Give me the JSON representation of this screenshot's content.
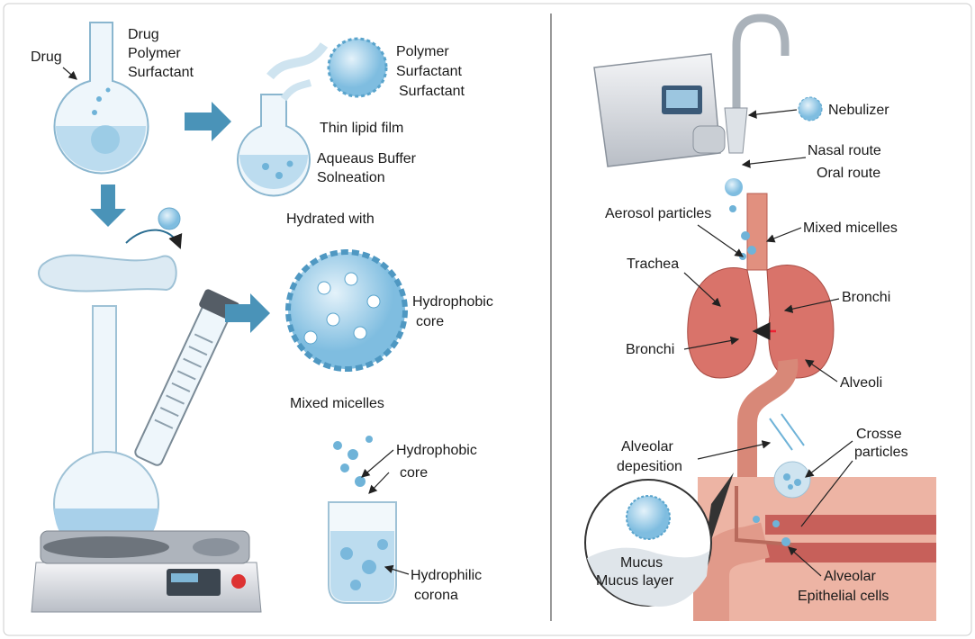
{
  "colors": {
    "liquid": "#bcdcef",
    "particle": "#6fb3d8",
    "arrow": "#4a93b8",
    "tissue": "#e6a08e",
    "lung": "#d9736a",
    "frame": "#cccccc"
  },
  "left": {
    "flask1": {
      "drug_pointer": "Drug",
      "label_drug": "Drug",
      "label_polymer": "Polymer",
      "label_surfactant": "Surfactant"
    },
    "flask2": {
      "polymer": "Polymer",
      "surfactant1": "Surfactant",
      "surfactant2": "Surfactant",
      "film": "Thin lipid film",
      "buffer": "Aqueaus Buffer",
      "solneation": "Solneation"
    },
    "hydrated": "Hydrated with",
    "micelle": {
      "core": "Hydrophobic",
      "core2": "core",
      "caption": "Mixed micelles"
    },
    "beaker": {
      "core": "Hydrophobic",
      "core2": "core",
      "corona": "Hydrophilic",
      "corona2": "corona"
    }
  },
  "right": {
    "nebulizer": "Nebulizer",
    "nasal": "Nasal route",
    "oral": "Oral route",
    "aerosol": "Aerosol particles",
    "mixed": "Mixed micelles",
    "trachea": "Trachea",
    "bronchi_right": "Bronchi",
    "bronchi_left": "Bronchi",
    "alveoli": "Alveoli",
    "deposition1": "Alveolar",
    "deposition2": "depesition",
    "crosse1": "Crosse",
    "crosse2": "particles",
    "mucus1": "Mucus",
    "mucus2": "Mucus layer",
    "epi1": "Alveolar",
    "epi2": "Epithelial cells"
  }
}
